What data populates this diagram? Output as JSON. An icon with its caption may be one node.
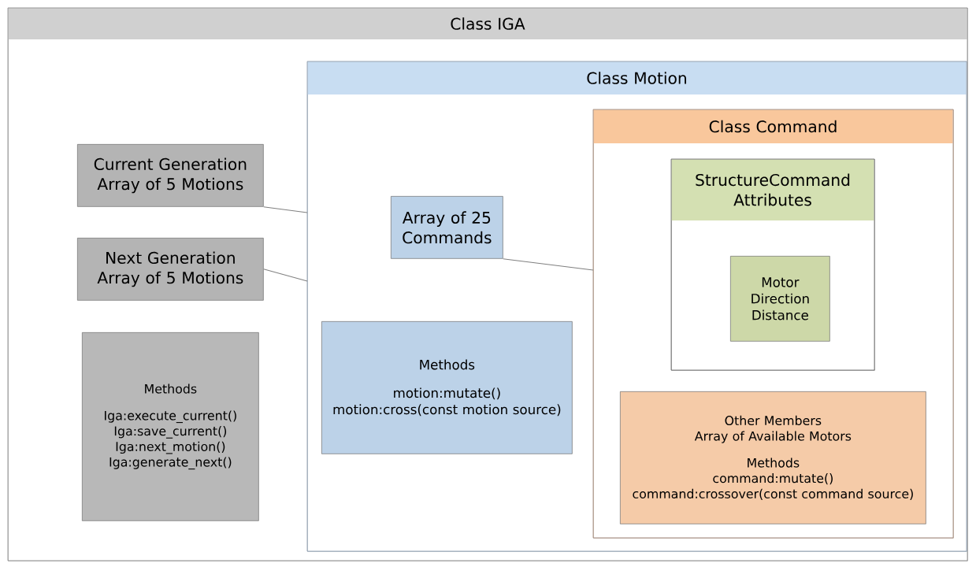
{
  "diagram": {
    "nodes": [
      {
        "text": [
          "Class IGA"
        ]
      },
      {
        "text": [
          "Current Generation Array of 5 Motions"
        ],
        "in": 0
      },
      {
        "text": [
          "Next Generation Array of 5 Motions"
        ],
        "in": 0
      },
      {
        "text": [
          "Methods",
          "Iga:execute_current()",
          "Iga:save_current()",
          "Iga:next_motion()",
          "Iga:generate_next()"
        ],
        "in": 0
      },
      {
        "text": [
          "Class Motion"
        ],
        "in": 0
      },
      {
        "text": [
          "Array of 25 Commands"
        ],
        "in": 4
      },
      {
        "text": [
          "Methods",
          "motion:mutate()",
          "motion:cross(const motion source)"
        ],
        "in": 4
      },
      {
        "text": [
          "Class Command"
        ],
        "in": 4
      },
      {
        "text": [
          "StructureCommand Attributes"
        ],
        "in": 7
      },
      {
        "text": [
          "Motor",
          "Direction",
          "Distance"
        ],
        "in": 8
      },
      {
        "text": [
          "Other Members",
          "Array of Available Motors",
          "Methods",
          "command:mutate()",
          "command:crossover(const command source)"
        ],
        "in": 7
      }
    ],
    "edges": [
      {
        "from": 1,
        "to": 4,
        "arrow": "none"
      },
      {
        "from": 2,
        "to": 4,
        "arrow": "none"
      },
      {
        "from": 5,
        "to": 7,
        "arrow": "none"
      }
    ]
  }
}
